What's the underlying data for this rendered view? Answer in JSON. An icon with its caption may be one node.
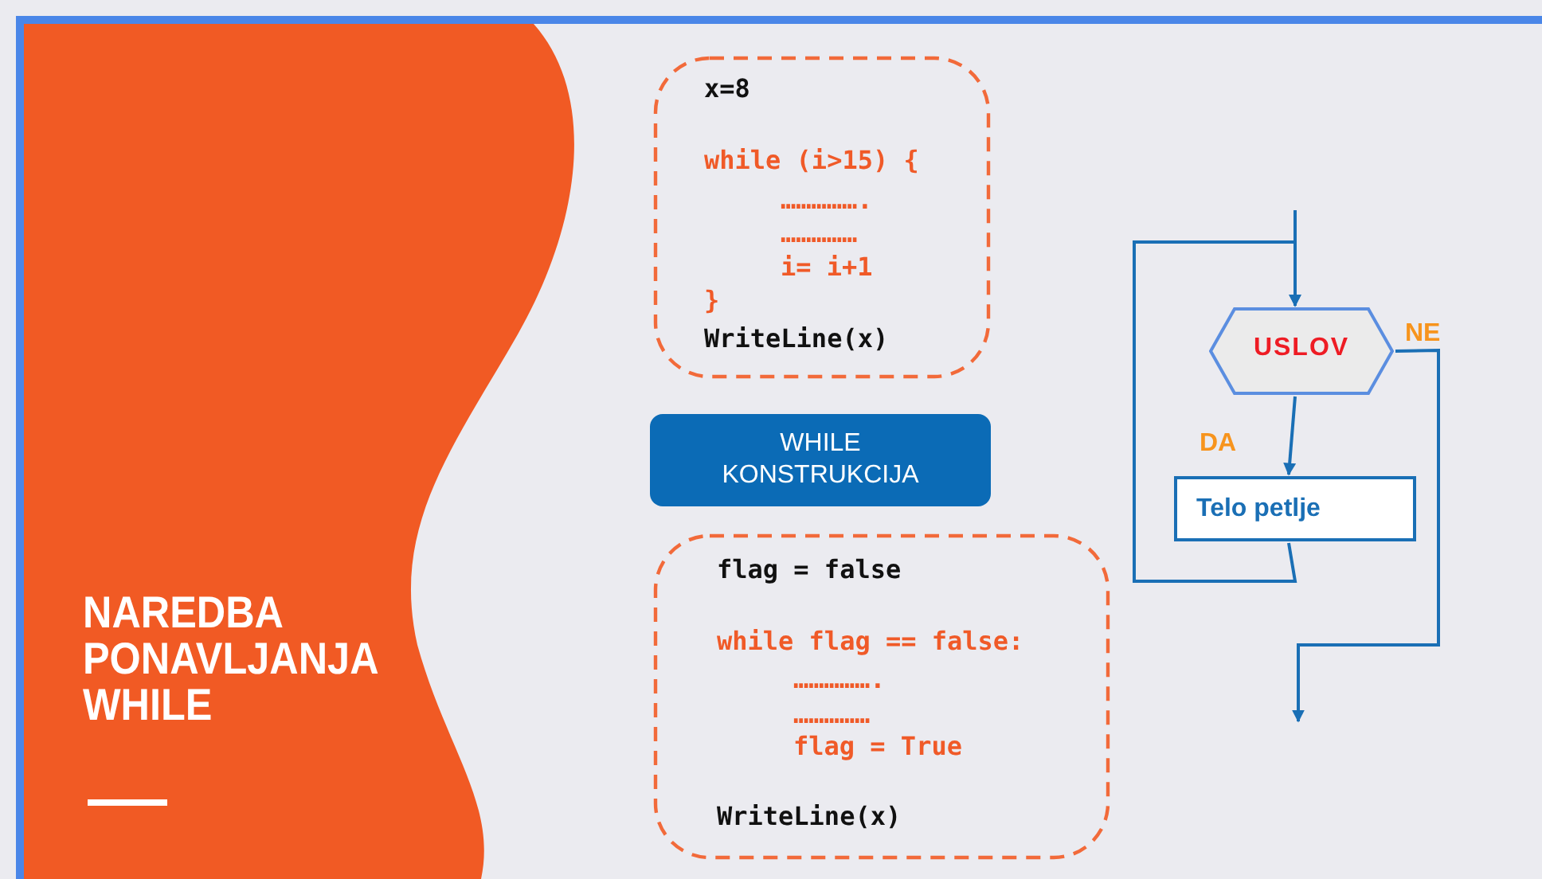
{
  "diagram": {
    "title": "NAREDBA PONAVLJANJA WHILE",
    "nodes": [
      {
        "text": [
          "x=8",
          "while (i>15) {",
          "…………….",
          "……………",
          "i= i+1",
          "}",
          "WriteLine(x)"
        ]
      },
      {
        "text": [
          "WHILE KONSTRUKCIJA"
        ]
      },
      {
        "text": [
          "flag = false",
          "while flag == false:",
          "…………….",
          "……………",
          "flag = True",
          "WriteLine(x)"
        ]
      },
      {
        "text": [
          "USLOV"
        ]
      },
      {
        "text": [
          "Telo petlje"
        ]
      }
    ],
    "edges": [
      {
        "from": null,
        "to": 3,
        "arrow": "to"
      },
      {
        "from": 3,
        "to": 4,
        "arrow": "to",
        "label": "DA"
      },
      {
        "from": 4,
        "to": 3,
        "arrow": "to"
      },
      {
        "from": 3,
        "to": null,
        "arrow": "to",
        "label": "NE"
      }
    ]
  }
}
